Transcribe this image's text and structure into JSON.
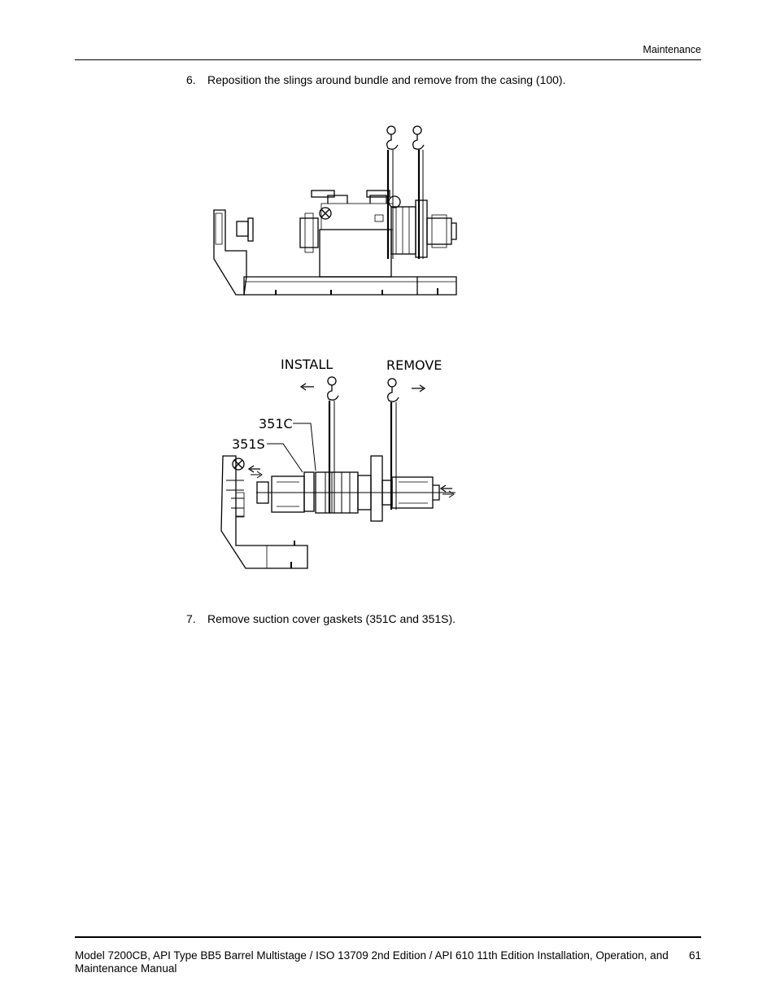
{
  "header": {
    "section": "Maintenance"
  },
  "steps": [
    {
      "number": "6.",
      "text": "Reposition the slings around bundle and remove from the casing (100)."
    },
    {
      "number": "7.",
      "text": "Remove suction cover gaskets (351C and 351S)."
    }
  ],
  "figure2": {
    "install_label": "INSTALL",
    "remove_label": "REMOVE",
    "callout_351c": "351C",
    "callout_351s": "351S"
  },
  "footer": {
    "title": "Model 7200CB, API Type BB5 Barrel Multistage / ISO 13709 2nd Edition / API 610 11th Edition Installation, Operation, and Maintenance Manual",
    "page": "61"
  }
}
